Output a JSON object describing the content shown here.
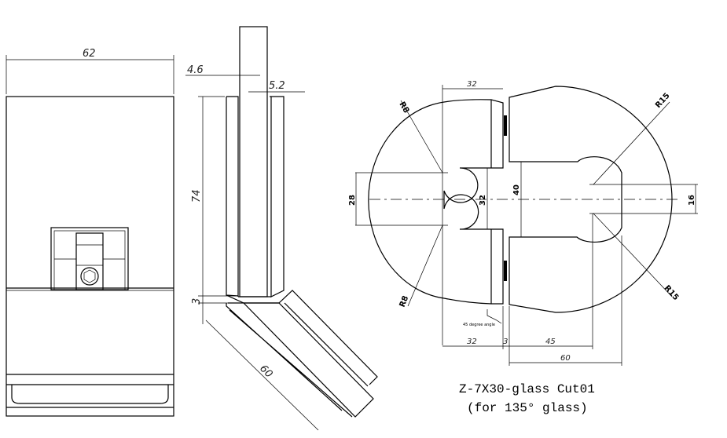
{
  "colors": {
    "glass": "#4de6e6",
    "glass_light": "#ffffff",
    "line": "#000000"
  },
  "front_view": {
    "width_dim": "62"
  },
  "side_view": {
    "dim_wall_left": "4.6",
    "dim_wall_right": "5.2",
    "dim_height": "74",
    "dim_base": "3",
    "dim_angled": "60"
  },
  "plan_view": {
    "dim_top_width": "32",
    "dim_notch_span": "28",
    "dim_inner_gap": "32",
    "dim_slot_height": "40",
    "dim_hole_span": "16",
    "radius_top_left": "R8",
    "radius_bottom_left": "R8",
    "radius_top_right": "R15",
    "radius_bottom_right": "R15",
    "dim_bottom_left": "32",
    "dim_gap": "3",
    "dim_hole_offset": "45",
    "dim_total_right": "60",
    "note": "45 degree angle"
  },
  "caption": {
    "title": "Z-7X30-glass Cut01",
    "subtitle": "(for 135° glass)"
  }
}
